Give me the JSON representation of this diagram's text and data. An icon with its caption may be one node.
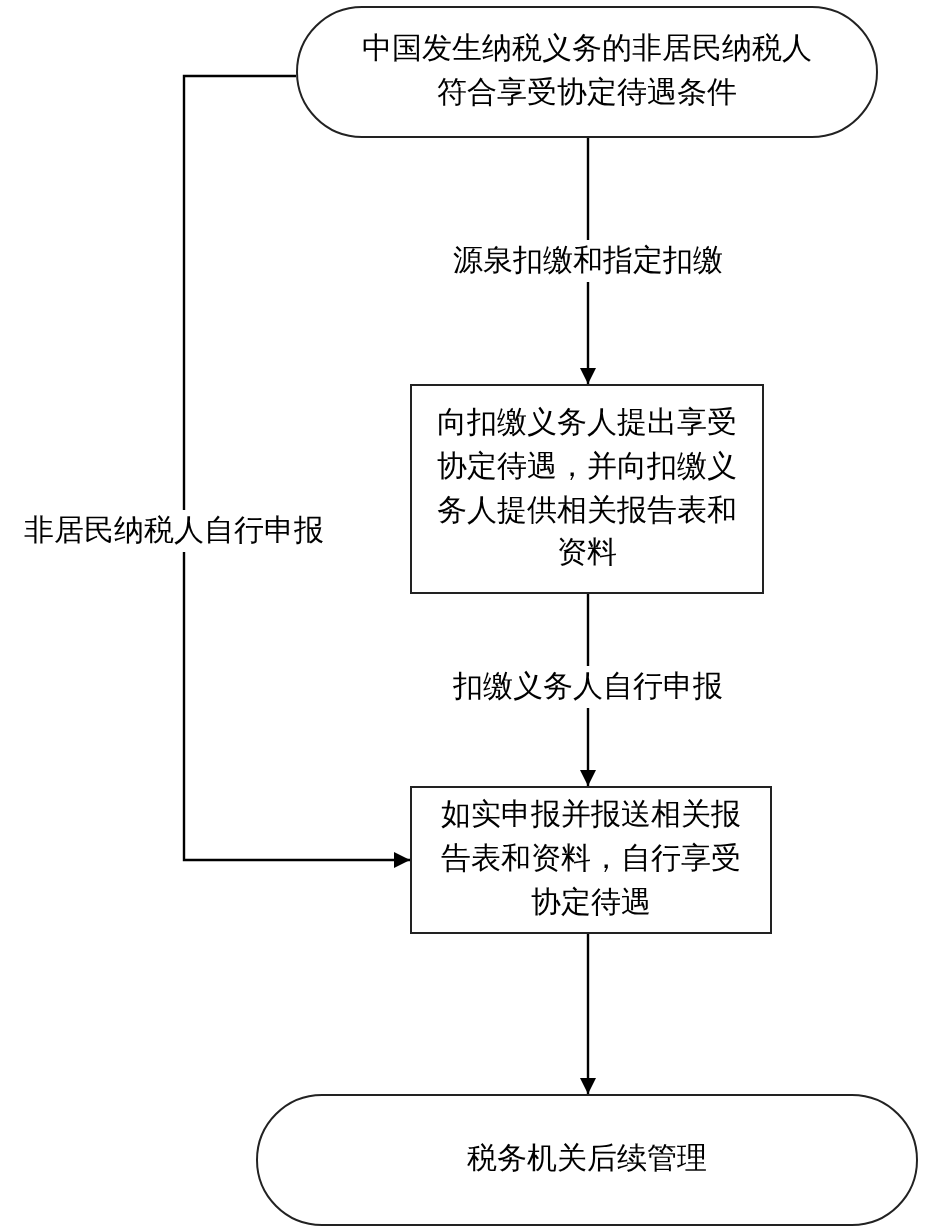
{
  "diagram": {
    "nodes": [
      {
        "text": [
          "中国发生纳税义务的非居民纳税人符合享受协定待遇条件"
        ]
      },
      {
        "text": [
          "向扣缴义务人提出享受协定待遇，并向扣缴义务人提供相关报告表和资料"
        ]
      },
      {
        "text": [
          "如实申报并报送相关报告表和资料，自行享受协定待遇"
        ]
      },
      {
        "text": [
          "税务机关后续管理"
        ]
      }
    ],
    "edges": [
      {
        "from": 0,
        "to": 1,
        "arrow": "to",
        "label": "源泉扣缴和指定扣缴"
      },
      {
        "from": 1,
        "to": 2,
        "arrow": "to",
        "label": "扣缴义务人自行申报"
      },
      {
        "from": 0,
        "to": 2,
        "arrow": "to",
        "label": "非居民纳税人自行申报"
      },
      {
        "from": 2,
        "to": 3,
        "arrow": "to"
      }
    ]
  }
}
